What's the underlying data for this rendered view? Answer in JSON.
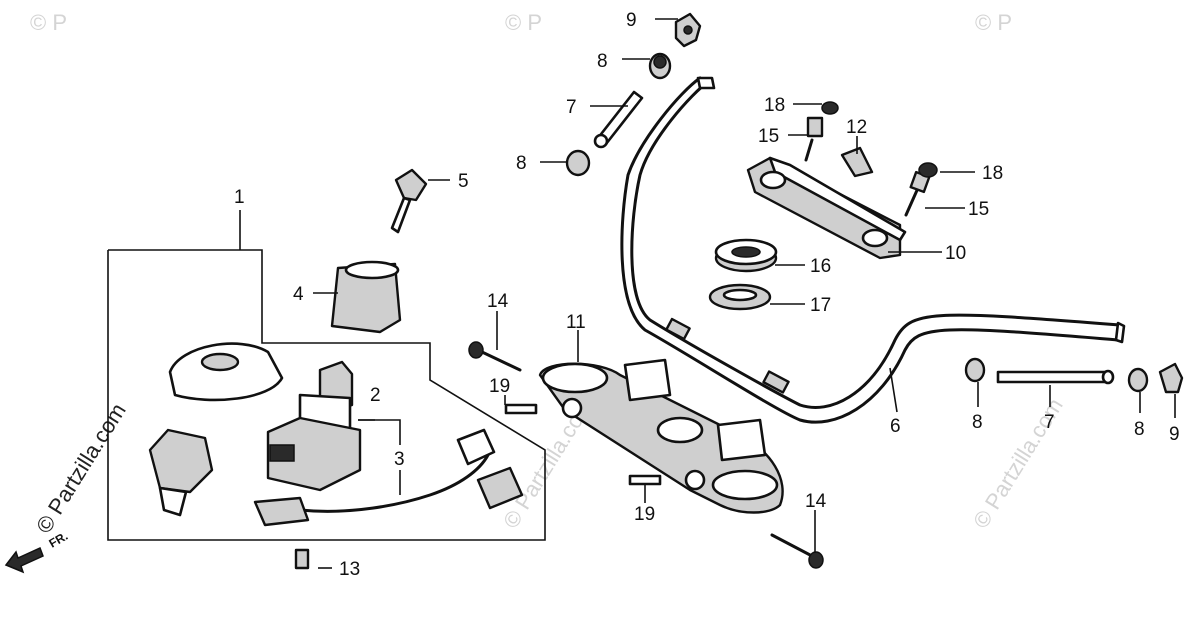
{
  "watermarks": {
    "partzilla_text": "© Partzilla.com",
    "corner_text": "© P"
  },
  "direction_marker": {
    "label": "FR."
  },
  "callouts": {
    "c1": "1",
    "c2": "2",
    "c3": "3",
    "c4": "4",
    "c5": "5",
    "c6": "6",
    "c7a": "7",
    "c7b": "7",
    "c8a": "8",
    "c8b": "8",
    "c8c": "8",
    "c8d": "8",
    "c9a": "9",
    "c9b": "9",
    "c10": "10",
    "c11": "11",
    "c12": "12",
    "c13": "13",
    "c14a": "14",
    "c14b": "14",
    "c15a": "15",
    "c15b": "15",
    "c16": "16",
    "c17": "17",
    "c18a": "18",
    "c18b": "18",
    "c19a": "19",
    "c19b": "19"
  }
}
